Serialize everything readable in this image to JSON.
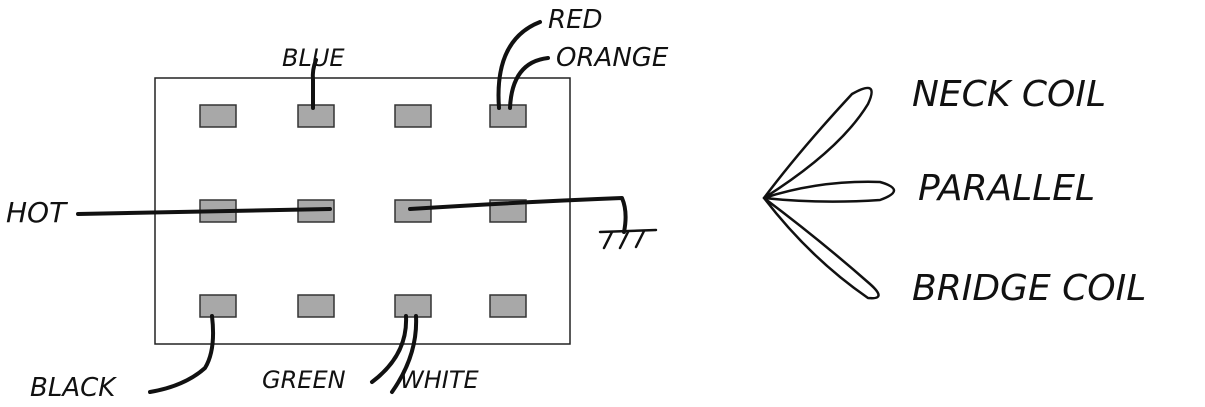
{
  "switch": {
    "lugs": [
      "top-1",
      "top-2",
      "top-3",
      "top-4",
      "mid-1",
      "mid-2",
      "mid-3",
      "mid-4",
      "bot-1",
      "bot-2",
      "bot-3",
      "bot-4"
    ]
  },
  "labels": {
    "red": "RED",
    "blue": "BLUE",
    "orange": "ORANGE",
    "hot": "HOT",
    "black": "BLACK",
    "green": "GREEN",
    "white": "WHITE"
  },
  "positions": {
    "neck": "NECK COIL",
    "parallel": "PARALLEL",
    "bridge": "BRIDGE COIL"
  },
  "icons": {
    "ground": "ground-icon",
    "selector": "selector-lever-icon"
  }
}
